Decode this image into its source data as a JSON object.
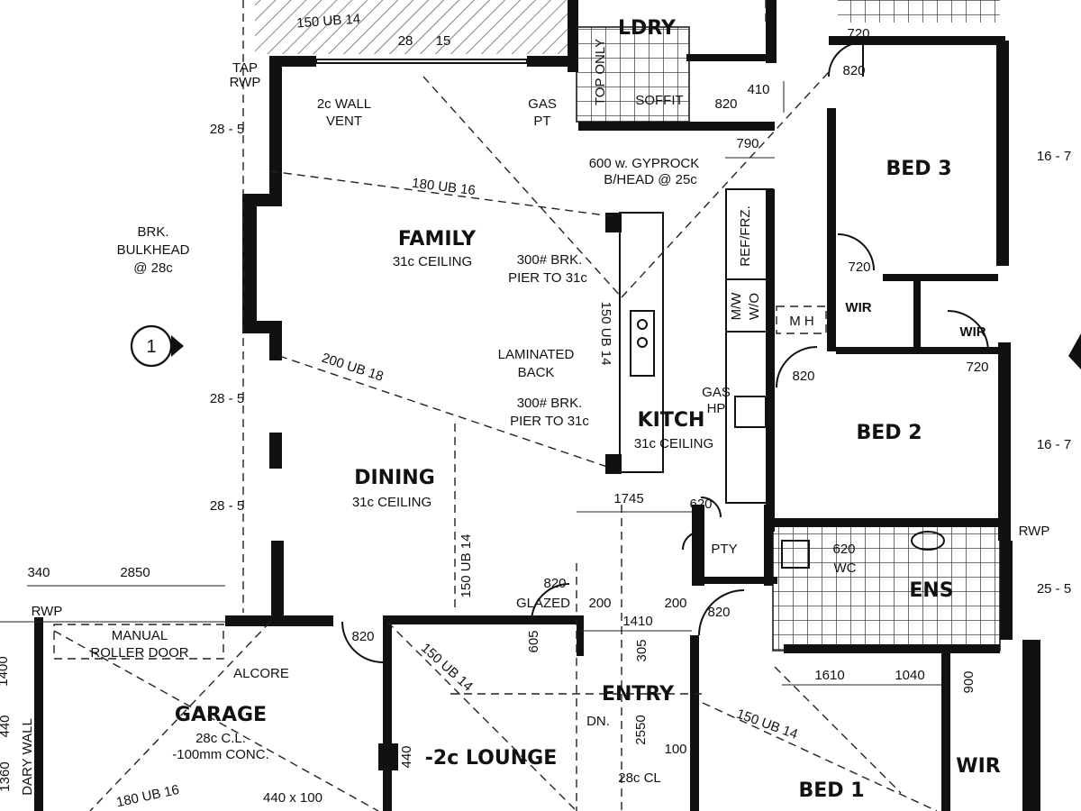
{
  "rooms": {
    "family": "FAMILY",
    "dining": "DINING",
    "kitchen": "KITCH",
    "bed1": "BED 1",
    "bed2": "BED 2",
    "bed3": "BED 3",
    "garage": "GARAGE",
    "lounge": "-2c LOUNGE",
    "entry": "ENTRY",
    "laundry": "LDRY",
    "ensuite": "ENS",
    "pantry": "PTY",
    "wc": "WC",
    "wir_bed3": "WIR",
    "wir_bed2": "WIR",
    "wir_bed1": "WIR",
    "mh": "M H"
  },
  "notes": {
    "family_ceiling": "31c CEILING",
    "dining_ceiling": "31c CEILING",
    "kitchen_ceiling": "31c CEILING",
    "garage_cl": "28c C.L.",
    "garage_conc": "-100mm CONC.",
    "entry_cl": "28c CL",
    "wall_vent_1": "2c WALL",
    "wall_vent_2": "VENT",
    "gas_pt_1": "GAS",
    "gas_pt_2": "PT",
    "gas_hp_1": "GAS",
    "gas_hp_2": "HP",
    "gyprock_1": "600 w. GYPROCK",
    "gyprock_2": "B/HEAD @ 25c",
    "brk_bulkhead_1": "BRK.",
    "brk_bulkhead_2": "BULKHEAD",
    "brk_bulkhead_3": "@ 28c",
    "pier_top_1": "300# BRK.",
    "pier_top_2": "PIER TO 31c",
    "pier_bot_1": "300# BRK.",
    "pier_bot_2": "PIER TO 31c",
    "laminated_1": "LAMINATED",
    "laminated_2": "BACK",
    "tap_1": "TAP",
    "rwp_top": "RWP",
    "rwp_garage": "RWP",
    "rwp_right": "RWP",
    "manual_door_1": "MANUAL",
    "manual_door_2": "ROLLER DOOR",
    "alcore": "ALCORE",
    "glazed": "GLAZED",
    "soffit": "SOFFIT",
    "top_only": "TOP ONLY",
    "ref_frz": "REF/FRZ.",
    "mw_wo_1": "M/W",
    "mw_wo_2": "W/O",
    "dn": "DN.",
    "boundary_wall": "DARY WALL",
    "size_440x100": "440 x 100",
    "section_marker": "1"
  },
  "beams": {
    "b1": "150 UB 14",
    "b2": "180 UB 16",
    "b3": "200 UB 18",
    "b4": "150 UB 14",
    "b5": "150 UB 14",
    "b6": "150 UB 14",
    "b7": "150 UB 14",
    "b8": "180 UB 16"
  },
  "dims": {
    "d28_top": "28",
    "d15": "15",
    "d28_5a": "28 - 5",
    "d28_5b": "28 - 5",
    "d28_5c": "28 - 5",
    "d16_7a": "16 - 7",
    "d16_7b": "16 - 7",
    "d25_5": "25 - 5",
    "d340": "340",
    "d2850": "2850",
    "d720_top": "720",
    "d820_top": "820",
    "d820_ldry": "820",
    "d410": "410",
    "d790": "790",
    "d720_bed3": "720",
    "d820_bed2": "820",
    "d720_wir2": "720",
    "d1745": "1745",
    "d620": "620",
    "d620_wc": "620",
    "d820_glazed": "820",
    "d200a": "200",
    "d200b": "200",
    "d1410": "1410",
    "d605": "605",
    "d305": "305",
    "d820_lounge": "820",
    "d820_entry": "820",
    "d1610": "1610",
    "d1040": "1040",
    "d900": "900",
    "d2550": "2550",
    "d100": "100",
    "d440": "440",
    "d1400": "1400",
    "d440b": "440",
    "d1360": "1360"
  }
}
